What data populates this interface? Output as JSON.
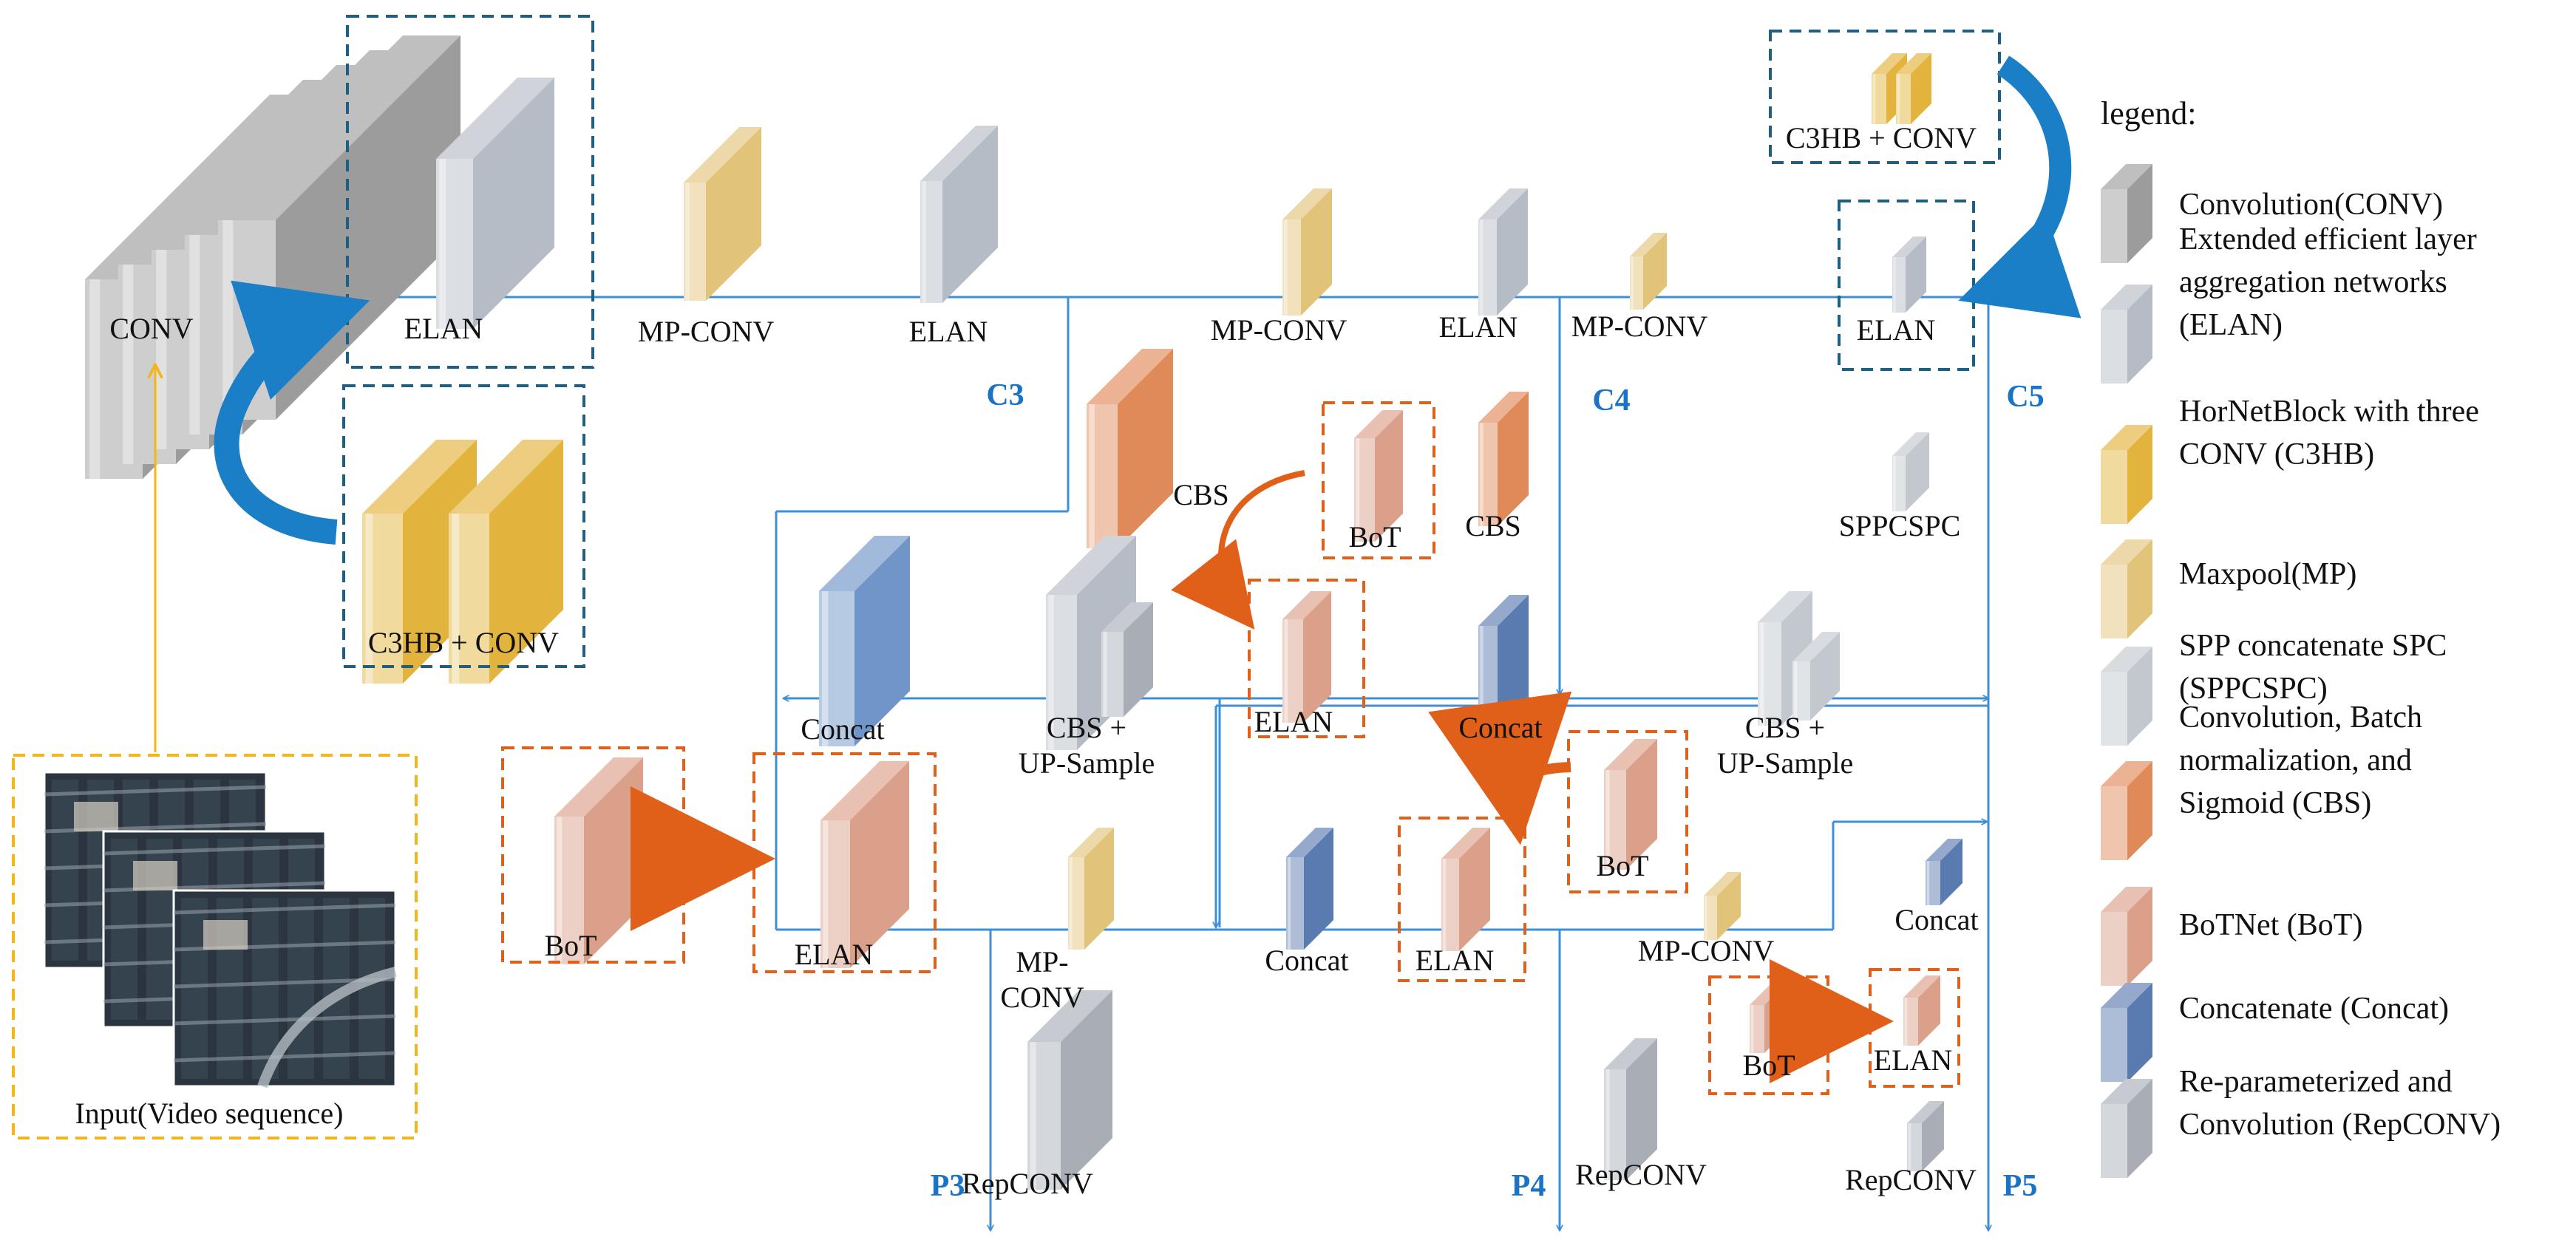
{
  "labels": {
    "conv": "CONV",
    "elan_1": "ELAN",
    "mpconv_1": "MP-CONV",
    "elan_2": "ELAN",
    "mpconv_2": "MP-CONV",
    "elan_3": "ELAN",
    "mpconv_3": "MP-CONV",
    "c3hb_conv_top": "C3HB + CONV",
    "elan_4": "ELAN",
    "c3hb_conv_left": "C3HB + CONV",
    "cbs_left": "CBS",
    "bot_1": "BoT",
    "cbs_right": "CBS",
    "sppcspc": "SPPCSPC",
    "concat_1": "Concat",
    "cbs_upsample_1": "CBS +\nUP-Sample",
    "elan_5": "ELAN",
    "concat_2": "Concat",
    "cbs_upsample_2": "CBS +\nUP-Sample",
    "bot_2": "BoT",
    "elan_6": "ELAN",
    "mpconv_4": "MP-\nCONV",
    "concat_3": "Concat",
    "elan_7": "ELAN",
    "bot_3": "BoT",
    "concat_4": "Concat",
    "mpconv_5": "MP-CONV",
    "bot_4": "BoT",
    "elan_8": "ELAN",
    "repconv_1": "RepCONV",
    "repconv_2": "RepCONV",
    "repconv_3": "RepCONV",
    "input": "Input(Video sequence)"
  },
  "stage_labels": {
    "c3": "C3",
    "c4": "C4",
    "c5": "C5",
    "p3": "P3",
    "p4": "P4",
    "p5": "P5"
  },
  "legend": {
    "title": "legend:",
    "items": [
      {
        "text": "Convolution(CONV)",
        "color": "#9c9c9c",
        "icon": "conv-block-icon"
      },
      {
        "text": "Extended efficient layer\naggregation networks\n(ELAN)",
        "color": "#b6bcc6",
        "icon": "elan-block-icon"
      },
      {
        "text": "HorNetBlock with three\nCONV (C3HB)",
        "color": "#e3b43d",
        "icon": "c3hb-block-icon"
      },
      {
        "text": "Maxpool(MP)",
        "color": "#e2c37a",
        "icon": "maxpool-block-icon"
      },
      {
        "text": "SPP concatenate SPC\n(SPPCSPC)",
        "color": "#c3c8cf",
        "icon": "sppcspc-block-icon"
      },
      {
        "text": "Convolution, Batch\nnormalization, and\nSigmoid (CBS)",
        "color": "#e08a5a",
        "icon": "cbs-block-icon"
      },
      {
        "text": "BoTNet (BoT)",
        "color": "#dba08a",
        "icon": "bot-block-icon"
      },
      {
        "text": "Concatenate (Concat)",
        "color": "#5a7bb0",
        "icon": "concat-block-icon"
      },
      {
        "text": "Re-parameterized and\nConvolution (RepCONV)",
        "color": "#a9aeb6",
        "icon": "repconv-block-icon"
      }
    ]
  },
  "colors": {
    "flow_line": "#3d8fd6",
    "stage_label": "#1a73c4",
    "box_blue": "#1f5f82",
    "box_orange": "#e0601a",
    "box_yellow": "#f2b51b",
    "feedback_arrow": "#1a7fc6",
    "bot_arrow": "#e0601a"
  }
}
